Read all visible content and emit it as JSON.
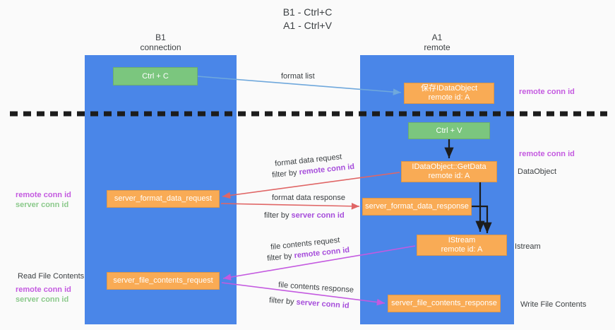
{
  "title": "B1 - Ctrl+C\nA1 - Ctrl+V",
  "lanes": [
    {
      "name": "b1",
      "title": "B1\nconnection"
    },
    {
      "name": "a1",
      "title": "A1\nremote"
    }
  ],
  "nodes": {
    "ctrl_c": {
      "label": "Ctrl + C"
    },
    "data_object": {
      "line1": "保存IDataObject",
      "line2": "remote id: A"
    },
    "ctrl_v": {
      "label": "Ctrl + V"
    },
    "get_data": {
      "line1": "IDataObject::GetData",
      "line2": "remote id: A"
    },
    "format_data_request": {
      "label": "server_format_data_request"
    },
    "format_data_response": {
      "label": "server_format_data_response"
    },
    "istream": {
      "line1": "IStream",
      "line2": "remote id: A"
    },
    "file_contents_request": {
      "label": "server_file_contents_request"
    },
    "file_contents_response": {
      "label": "server_file_contents_response"
    }
  },
  "edges": {
    "format_list": "format list",
    "format_data_request_l1": "format data request",
    "format_data_request_filter_prefix": "filter by ",
    "format_data_request_filter_key": "remote conn id",
    "format_data_response_l1": "format data response",
    "format_data_response_filter_prefix": "filter by ",
    "format_data_response_filter_key": "server conn id",
    "file_contents_request_l1": "file contents request",
    "file_contents_request_filter_prefix": "filter by ",
    "file_contents_request_filter_key": "remote conn id",
    "file_contents_response_l1": "file contents response",
    "file_contents_response_filter_prefix": "filter by ",
    "file_contents_response_filter_key": "server conn id"
  },
  "annotations": {
    "left_mid_remote": "remote conn id",
    "left_mid_server": "server conn id",
    "left_read_file_contents": "Read File Contents",
    "left_bottom_remote": "remote conn id",
    "left_bottom_server": "server conn id",
    "right_top_remote": "remote conn id",
    "right_mid_remote": "remote conn id",
    "right_data_object": "DataObject",
    "right_istream": "Istream",
    "right_write_file_contents": "Write File Contents"
  },
  "colors": {
    "lane": "#4a86e8",
    "node_green": "#7bc67e",
    "node_orange": "#f9ab55",
    "accent_purple": "#a64ddb",
    "accent_green": "#8bc98b",
    "arrow_red": "#e06666",
    "arrow_blue": "#6fa8dc",
    "arrow_magenta": "#c45ae0",
    "arrow_dark": "#1c1c1c"
  }
}
